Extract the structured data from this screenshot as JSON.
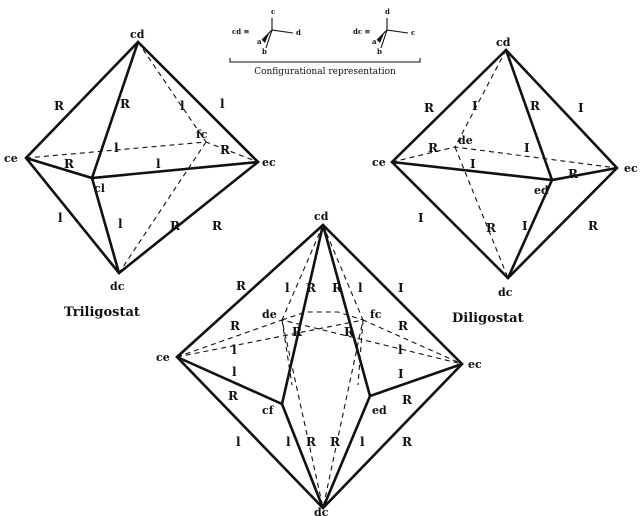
{
  "legend": {
    "cd_symbol": "cd ≡",
    "cd_c": "c",
    "cd_a": "a",
    "cd_b": "b",
    "cd_d": "d",
    "dc_symbol": "dc ≡",
    "dc_d": "d",
    "dc_a": "a",
    "dc_b": "b",
    "dc_c": "c",
    "caption": "Configurational representation"
  },
  "triligostat": {
    "caption": "Triligostat",
    "vertices": {
      "top": "cd",
      "left": "ce",
      "right": "ec",
      "bottom": "dc",
      "inner_front": "cl",
      "inner_back": "fc"
    },
    "edge_labels": [
      "R",
      "R",
      "l",
      "l",
      "R",
      "l",
      "l",
      "R",
      "l",
      "R",
      "R",
      "l"
    ]
  },
  "diligostat": {
    "caption": "Diligostat",
    "vertices": {
      "top": "cd",
      "left": "ce",
      "right": "ec",
      "bottom": "dc",
      "inner_front": "ed",
      "inner_back": "de"
    },
    "edge_labels": [
      "R",
      "I",
      "R",
      "I",
      "R",
      "I",
      "I",
      "R",
      "I",
      "R",
      "I",
      "R"
    ]
  },
  "center": {
    "vertices": {
      "top": "cd",
      "left": "ce",
      "right": "ec",
      "bottom": "dc",
      "de": "de",
      "fc": "fc",
      "cf": "cf",
      "ed": "ed"
    },
    "edge_labels": [
      "R",
      "l",
      "R",
      "R",
      "l",
      "I",
      "R",
      "R",
      "R",
      "R",
      "l",
      "l",
      "l",
      "I",
      "R",
      "R",
      "l",
      "l",
      "R",
      "R",
      "l",
      "R"
    ]
  }
}
